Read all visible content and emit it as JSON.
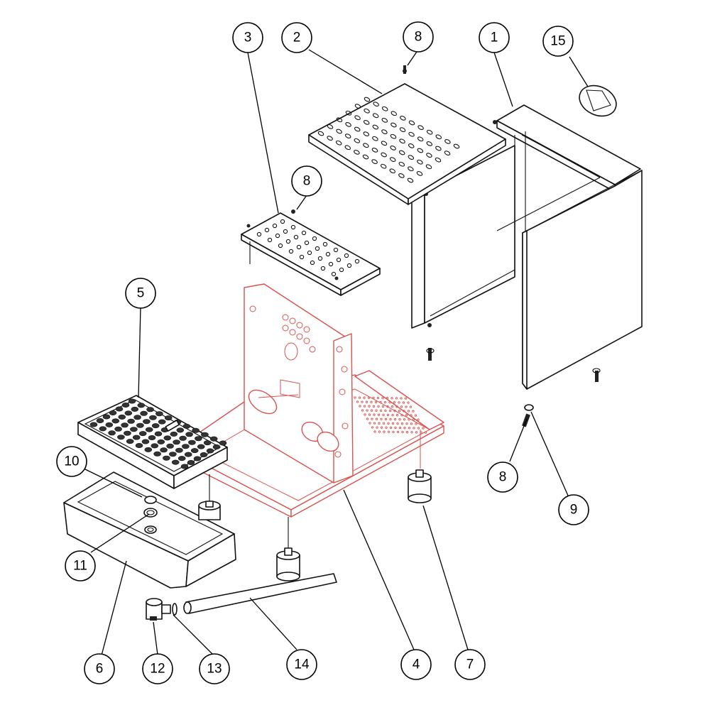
{
  "diagram": {
    "callouts": [
      {
        "id": "callout-1",
        "label": "1"
      },
      {
        "id": "callout-2",
        "label": "2"
      },
      {
        "id": "callout-3",
        "label": "3"
      },
      {
        "id": "callout-4",
        "label": "4"
      },
      {
        "id": "callout-5",
        "label": "5"
      },
      {
        "id": "callout-6",
        "label": "6"
      },
      {
        "id": "callout-7",
        "label": "7"
      },
      {
        "id": "callout-8-top",
        "label": "8"
      },
      {
        "id": "callout-8-mid",
        "label": "8"
      },
      {
        "id": "callout-8-bottom",
        "label": "8"
      },
      {
        "id": "callout-9",
        "label": "9"
      },
      {
        "id": "callout-10",
        "label": "10"
      },
      {
        "id": "callout-11",
        "label": "11"
      },
      {
        "id": "callout-12",
        "label": "12"
      },
      {
        "id": "callout-13",
        "label": "13"
      },
      {
        "id": "callout-14",
        "label": "14"
      },
      {
        "id": "callout-15",
        "label": "15"
      }
    ],
    "colors": {
      "line": "#111111",
      "highlight": "#d9534f",
      "background": "#ffffff"
    }
  }
}
